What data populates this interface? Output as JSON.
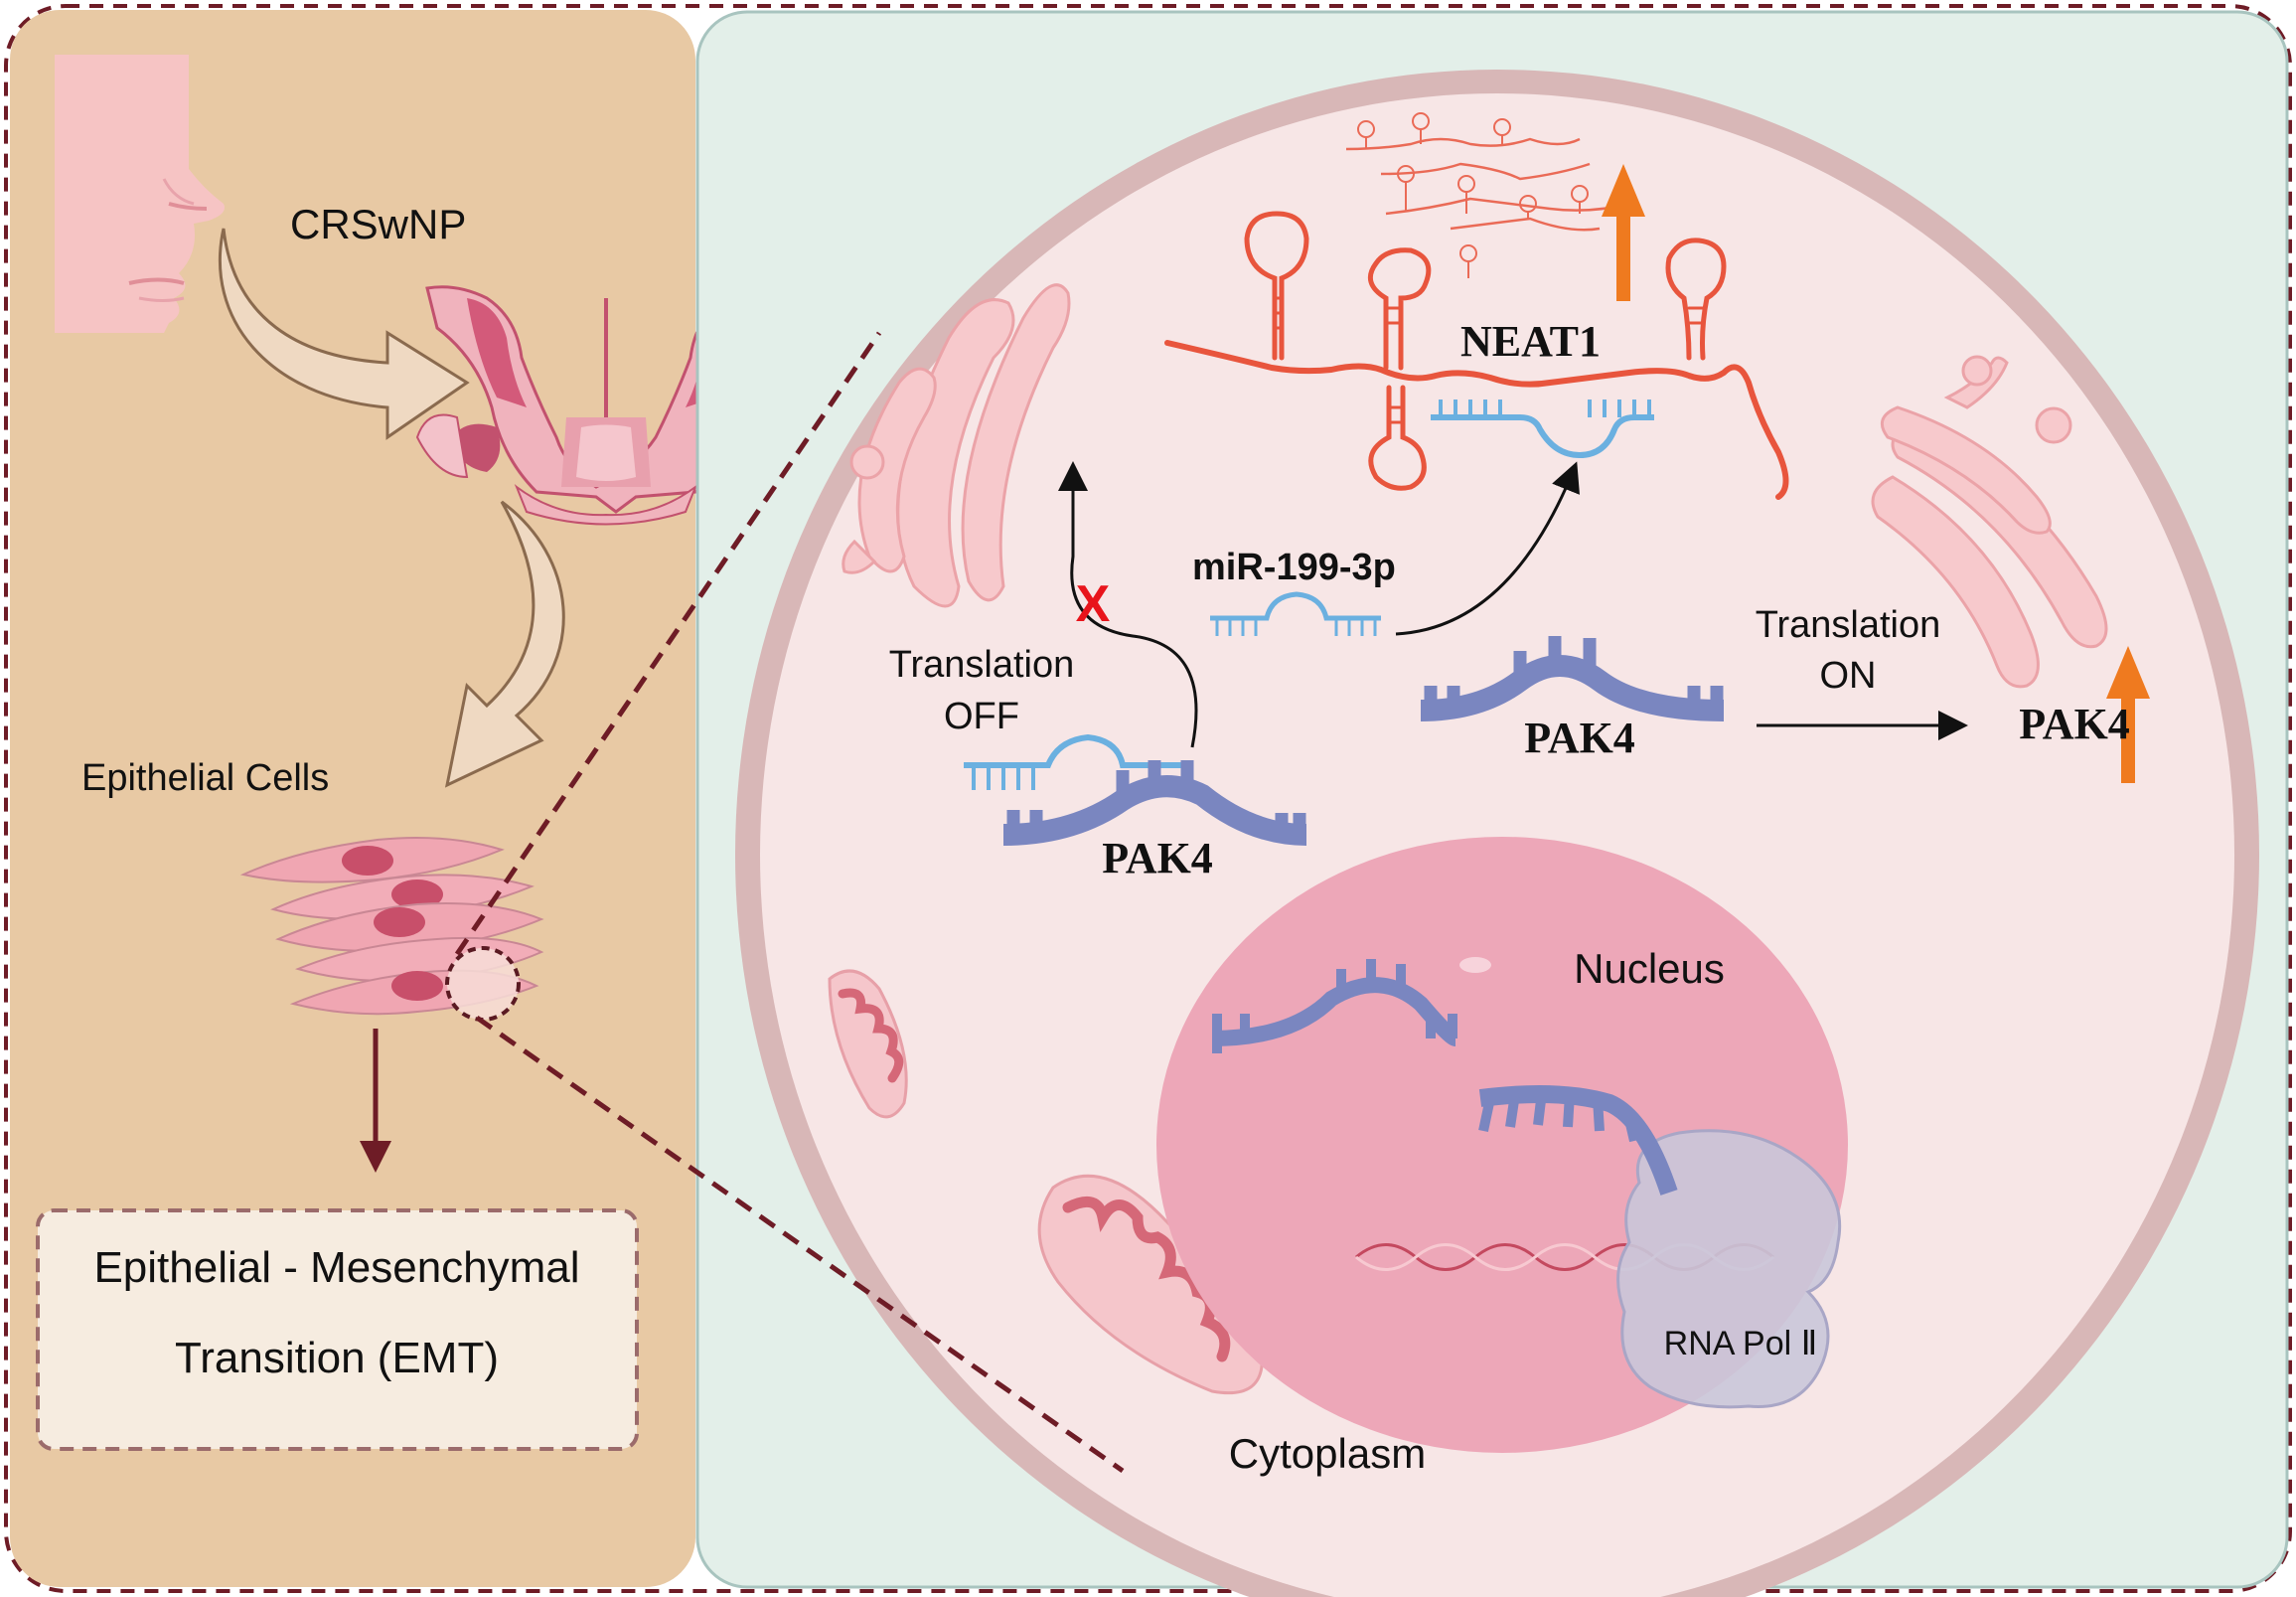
{
  "left_panel": {
    "disease_label": "CRSwNP",
    "cells_label": "Epithelial Cells",
    "outcome_box": {
      "line1": "Epithelial - Mesenchymal",
      "line2": "Transition (EMT)"
    }
  },
  "cell_view": {
    "lncrna_label": "NEAT1",
    "mirna_label": "miR-199-3p",
    "translation_off": {
      "line1": "Translation",
      "line2": "OFF"
    },
    "translation_on": {
      "line1": "Translation",
      "line2": "ON"
    },
    "blocked_mark": "X",
    "target_bound_label": "PAK4",
    "target_free_label": "PAK4",
    "target_protein_label": "PAK4",
    "nucleus_label": "Nucleus",
    "polymerase_label": "RNA Pol Ⅱ",
    "cytoplasm_label": "Cytoplasm"
  },
  "colors": {
    "left_bg": "#e8c9a4",
    "right_bg": "#e3efe9",
    "cell_fill": "#f7e6e6",
    "cell_border": "#c9a8a8",
    "nucleus": "#eda7b8",
    "lncrna": "#e8553d",
    "mirna": "#6bb0e0",
    "mrna": "#7a86c0",
    "up_arrow": "#ef7a1f",
    "dash_line": "#6e1c26",
    "block_x": "#e8141b"
  }
}
